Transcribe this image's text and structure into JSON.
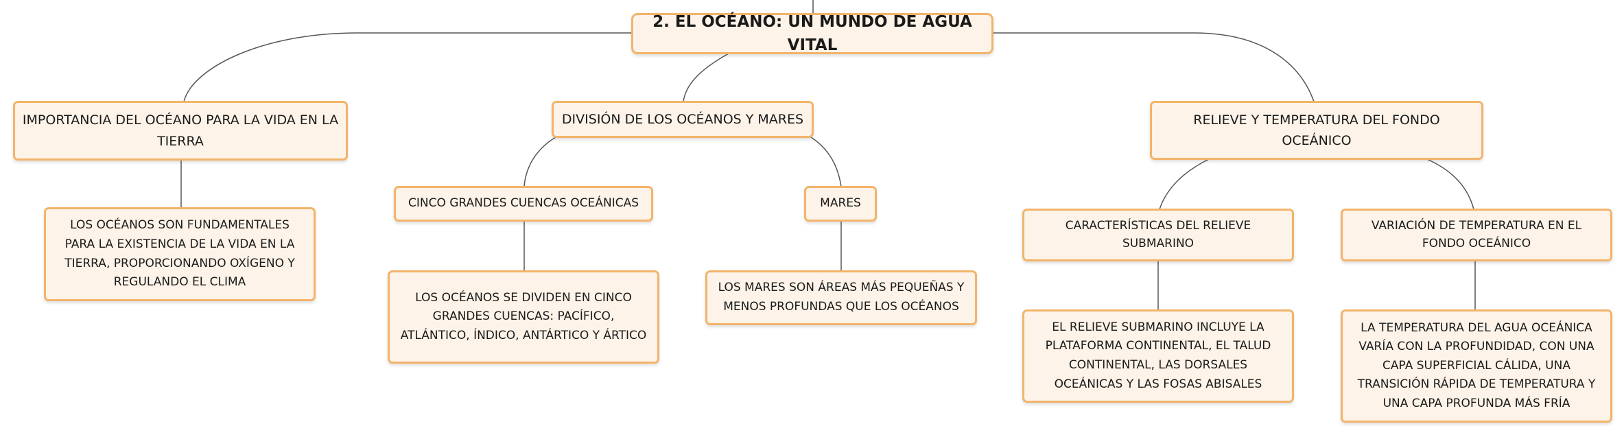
{
  "root": {
    "title": "2. EL OCÉANO: UN MUNDO DE AGUA VITAL"
  },
  "branches": [
    {
      "label": "IMPORTANCIA DEL OCÉANO PARA LA VIDA EN LA TIERRA",
      "detail": "LOS OCÉANOS SON FUNDAMENTALES PARA LA EXISTENCIA DE LA VIDA EN LA TIERRA, PROPORCIONANDO OXÍGENO Y REGULANDO EL CLIMA"
    },
    {
      "label": "DIVISIÓN DE LOS OCÉANOS Y MARES",
      "children": [
        {
          "label": "CINCO GRANDES CUENCAS OCEÁNICAS",
          "detail": "LOS OCÉANOS SE DIVIDEN EN CINCO GRANDES CUENCAS: PACÍFICO, ATLÁNTICO, ÍNDICO, ANTÁRTICO Y ÁRTICO"
        },
        {
          "label": "MARES",
          "detail": "LOS MARES SON ÁREAS MÁS PEQUEÑAS Y MENOS PROFUNDAS QUE LOS OCÉANOS"
        }
      ]
    },
    {
      "label": "RELIEVE Y TEMPERATURA DEL FONDO OCEÁNICO",
      "children": [
        {
          "label": "CARACTERÍSTICAS DEL RELIEVE SUBMARINO",
          "detail": "EL RELIEVE SUBMARINO INCLUYE LA PLATAFORMA CONTINENTAL, EL TALUD CONTINENTAL, LAS DORSALES OCEÁNICAS Y LAS FOSAS ABISALES"
        },
        {
          "label": "VARIACIÓN DE TEMPERATURA EN EL FONDO OCEÁNICO",
          "detail": "LA TEMPERATURA DEL AGUA OCEÁNICA VARÍA CON LA PROFUNDIDAD, CON UNA CAPA SUPERFICIAL CÁLIDA, UNA TRANSICIÓN RÁPIDA DE TEMPERATURA Y UNA CAPA PROFUNDA MÁS FRÍA"
        }
      ]
    }
  ],
  "colors": {
    "node_fill": "#fdf3e8",
    "node_border": "#f2b46a",
    "connector": "#555555"
  }
}
